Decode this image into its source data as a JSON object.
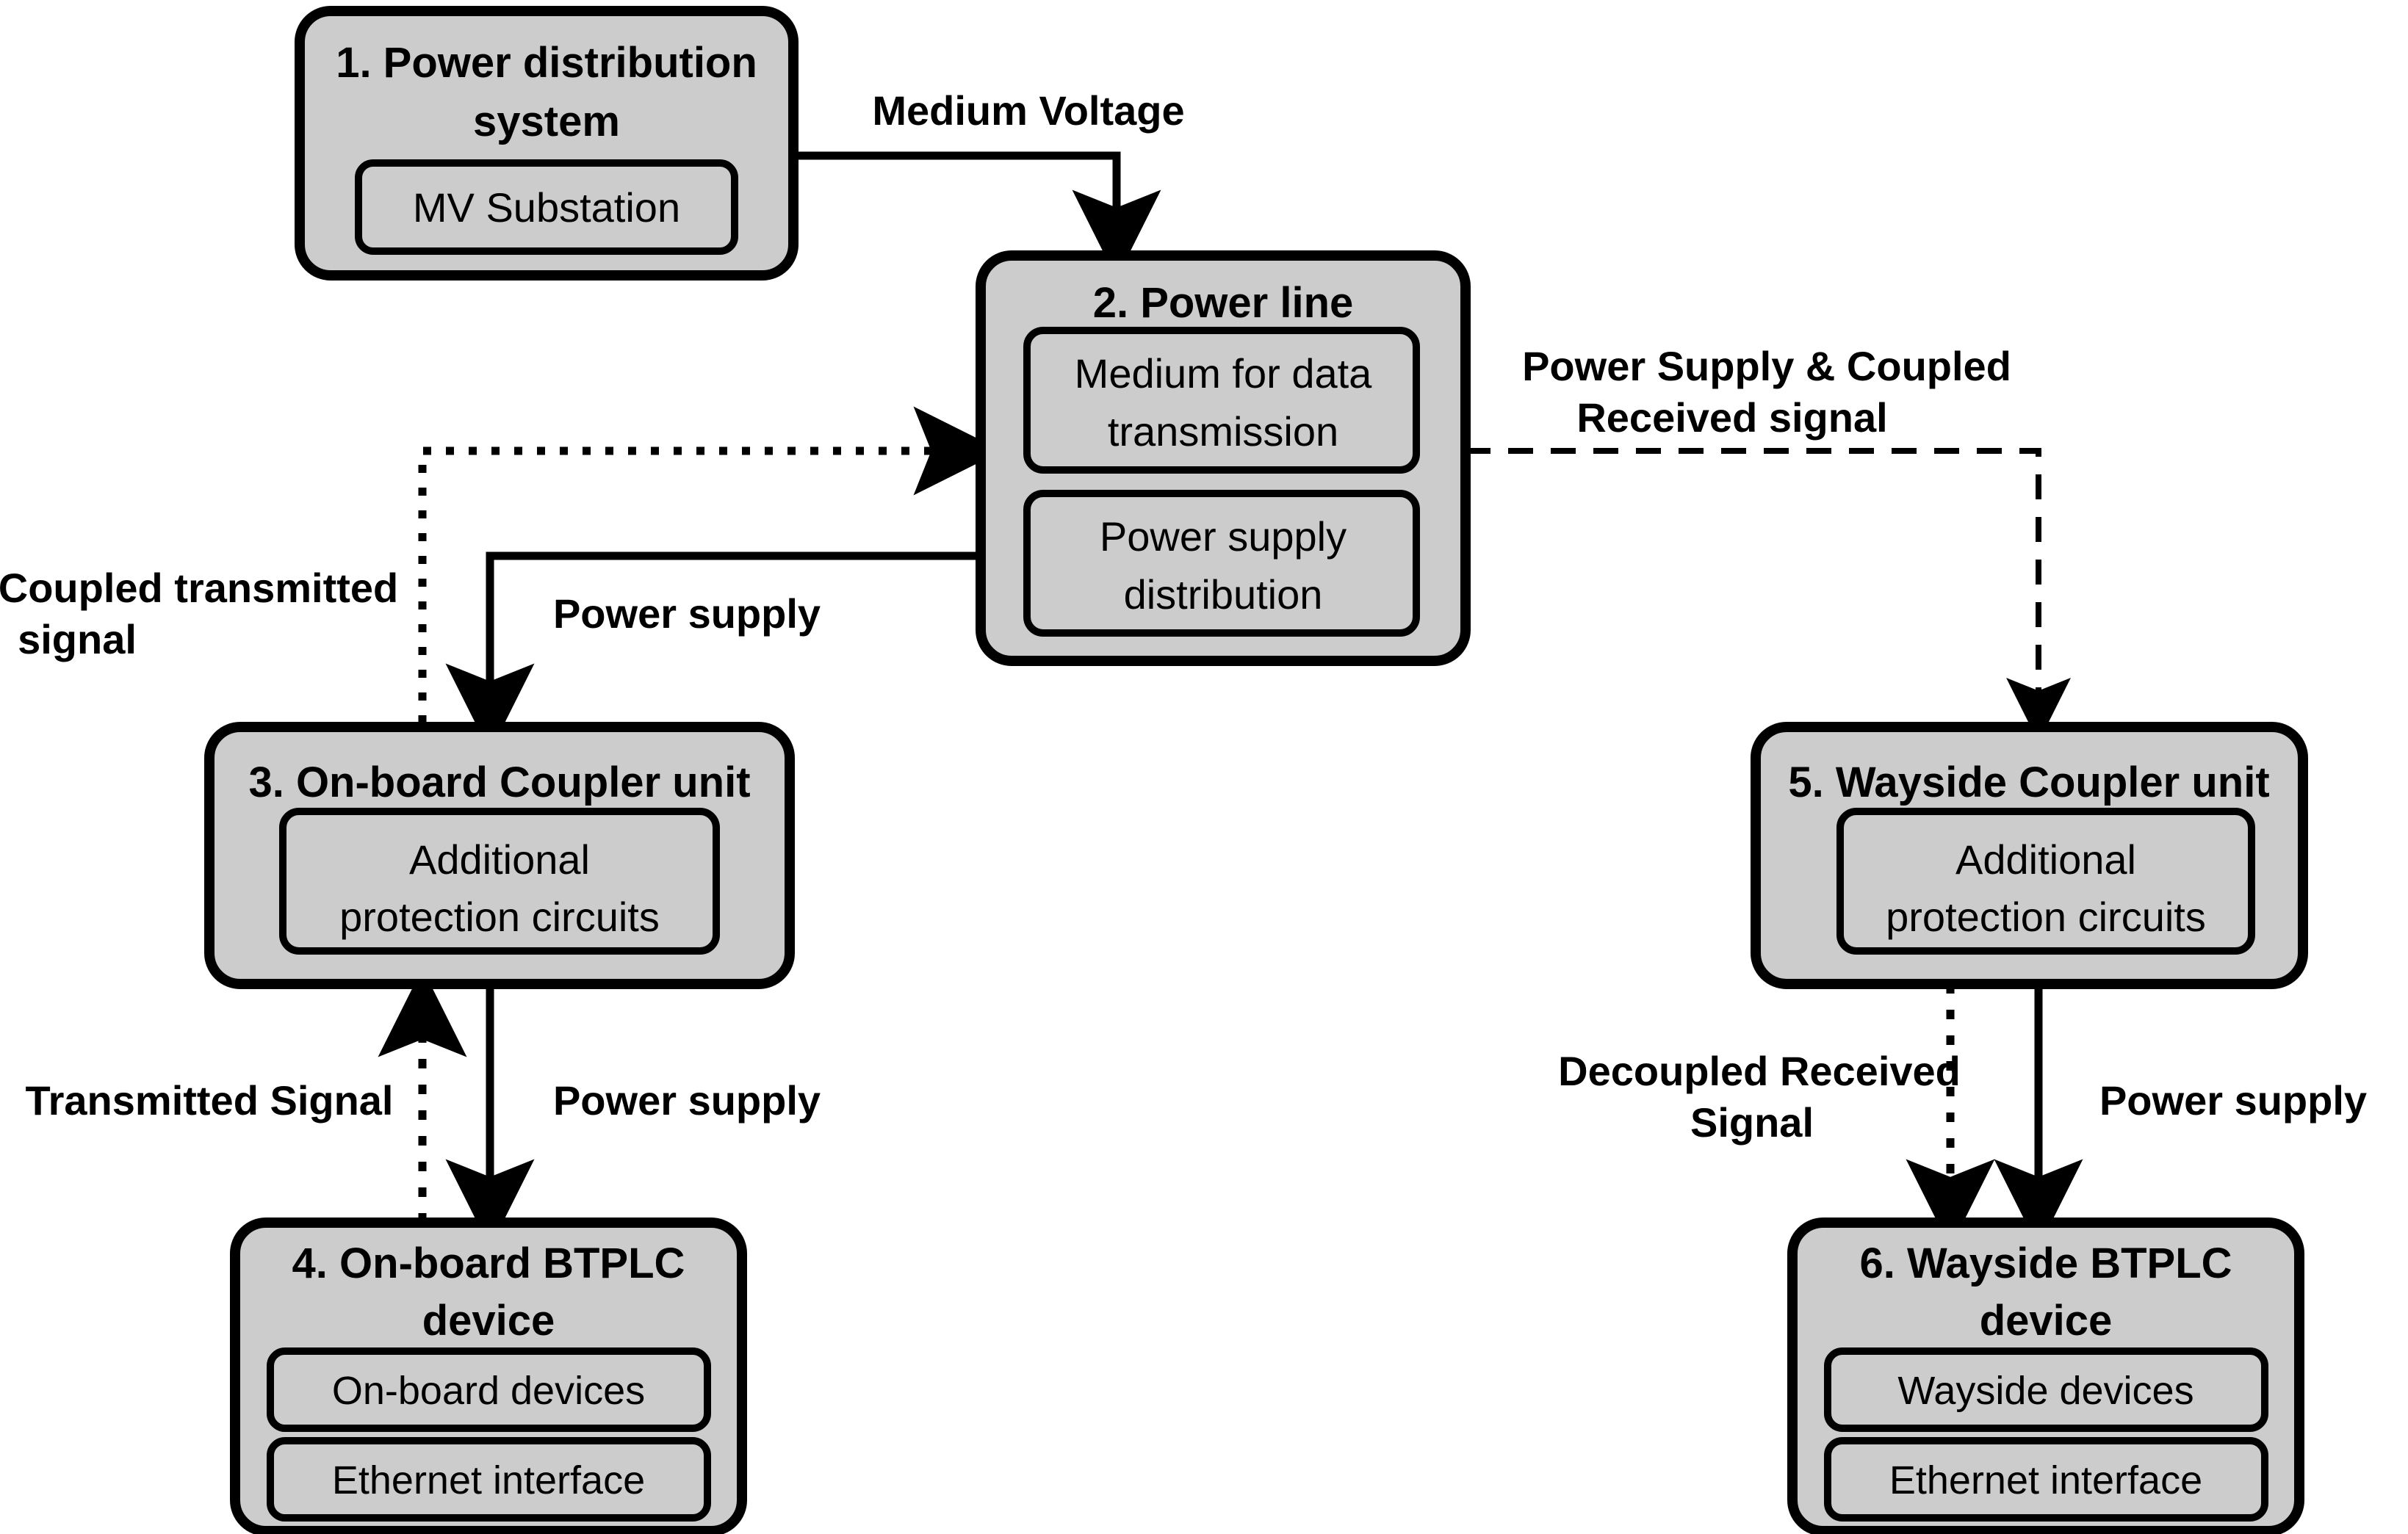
{
  "diagram": {
    "title": "BTPLC power line communication system block diagram",
    "colors": {
      "box_fill": "#cccccc",
      "stroke": "#000000",
      "background": "#ffffff"
    },
    "boxes": [
      {
        "id": "power-distribution-system",
        "title": "1. Power distribution system",
        "subboxes": [
          "MV Substation"
        ]
      },
      {
        "id": "power-line",
        "title": "2. Power line",
        "subboxes": [
          "Medium for data transmission",
          "Power supply distribution"
        ]
      },
      {
        "id": "on-board-coupler-unit",
        "title": "3. On-board Coupler unit",
        "subboxes": [
          "Additional protection circuits"
        ]
      },
      {
        "id": "on-board-btplc-device",
        "title": "4. On-board BTPLC device",
        "subboxes": [
          "On-board devices",
          "Ethernet interface"
        ]
      },
      {
        "id": "wayside-coupler-unit",
        "title": "5. Wayside Coupler unit",
        "subboxes": [
          "Additional protection circuits"
        ]
      },
      {
        "id": "wayside-btplc-device",
        "title": "6. Wayside BTPLC device",
        "subboxes": [
          "Wayside devices",
          "Ethernet interface"
        ]
      }
    ],
    "edge_labels": {
      "medium_voltage": "Medium Voltage",
      "power_supply_coupled_received": "Power Supply & Coupled\nReceived signal",
      "power_supply_coupled_received_line1": "Power Supply & Coupled",
      "power_supply_coupled_received_line2": "Received signal",
      "coupled_transmitted_signal_line1": "Coupled transmitted",
      "coupled_transmitted_signal_line2": "signal",
      "power_supply_mid": "Power supply",
      "transmitted_signal": "Transmitted Signal",
      "power_supply_left_lower": "Power supply",
      "decoupled_received_signal_line1": "Decoupled Received",
      "decoupled_received_signal_line2": "Signal",
      "power_supply_right_lower": "Power supply"
    }
  }
}
